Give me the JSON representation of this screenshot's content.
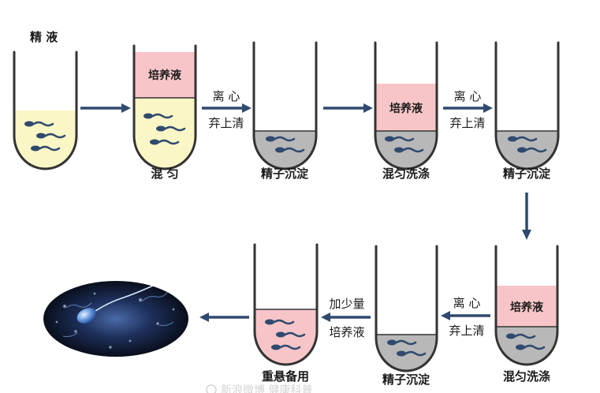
{
  "title": "精 液",
  "nodes": {
    "t1": {
      "caption": ""
    },
    "t2": {
      "caption": "混 匀",
      "layer": "培养液"
    },
    "t3": {
      "caption": "精子沉淀"
    },
    "t4": {
      "caption": "混匀洗涤",
      "layer": "培养液"
    },
    "t5": {
      "caption": "精子沉淀"
    },
    "t6": {
      "caption": "混匀洗涤",
      "layer": "培养液"
    },
    "t7": {
      "caption": "精子沉淀"
    },
    "t8": {
      "caption": "重悬备用"
    }
  },
  "edges": {
    "e2": {
      "line1": "离 心",
      "line2": "弃上清"
    },
    "e4": {
      "line1": "离 心",
      "line2": "弃上清"
    },
    "e6": {
      "line1": "离 心",
      "line2": "弃上清"
    },
    "e7": {
      "line1": "加少量",
      "line2": "培养液"
    }
  },
  "colors": {
    "semen": "#fbf6c6",
    "medium": "#f7c5c8",
    "sediment": "#b8b8b8",
    "arrow": "#2f4a6e",
    "sperm": "#2f4a6e"
  },
  "image": {
    "icon": "sperm-microscope-image"
  },
  "watermark": "新浪微博 健康科普"
}
